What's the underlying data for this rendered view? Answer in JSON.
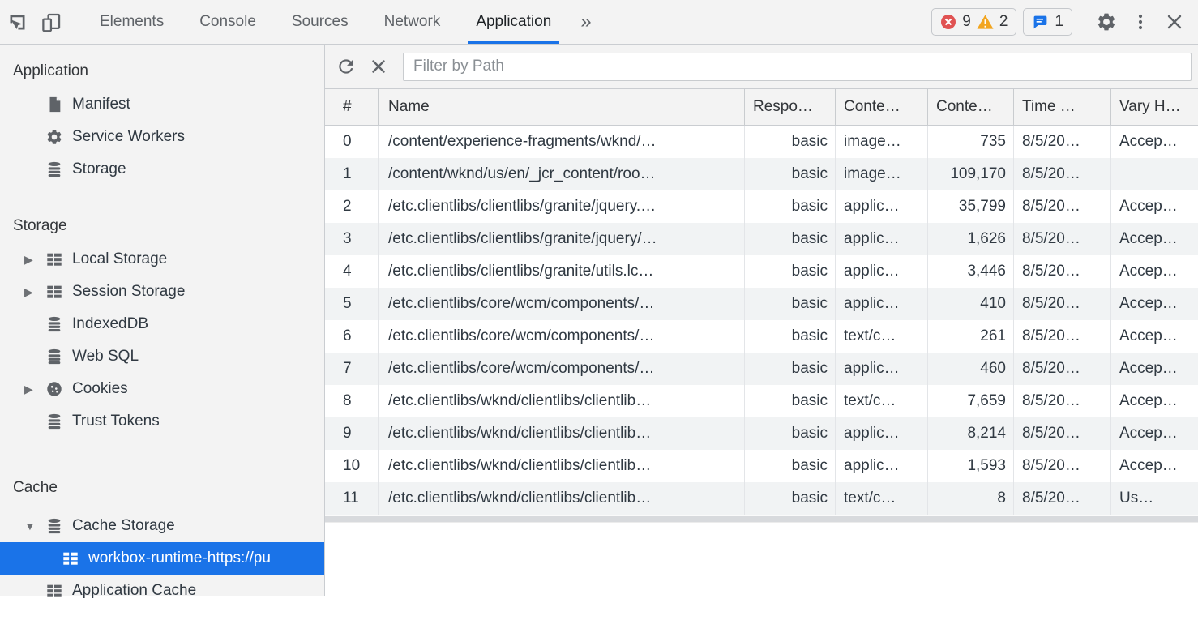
{
  "header": {
    "tabs": [
      "Elements",
      "Console",
      "Sources",
      "Network",
      "Application"
    ],
    "active_tab": "Application",
    "more_tabs_glyph": "»",
    "badges": {
      "errors": "9",
      "warnings": "2",
      "issues": "1"
    }
  },
  "sidebar": {
    "sections": [
      {
        "title": "Application",
        "items": [
          {
            "label": "Manifest"
          },
          {
            "label": "Service Workers"
          },
          {
            "label": "Storage"
          }
        ]
      },
      {
        "title": "Storage",
        "items": [
          {
            "label": "Local Storage",
            "expander": "▶"
          },
          {
            "label": "Session Storage",
            "expander": "▶"
          },
          {
            "label": "IndexedDB",
            "expander": ""
          },
          {
            "label": "Web SQL",
            "expander": ""
          },
          {
            "label": "Cookies",
            "expander": "▶"
          },
          {
            "label": "Trust Tokens",
            "expander": ""
          }
        ]
      },
      {
        "title": "Cache",
        "items": [
          {
            "label": "Cache Storage",
            "expander": "▼"
          },
          {
            "label": "workbox-runtime-https://pu",
            "expander": "",
            "selected": true
          },
          {
            "label": "Application Cache",
            "expander": ""
          }
        ]
      }
    ]
  },
  "main": {
    "filter": {
      "placeholder": "Filter by Path"
    },
    "table": {
      "columns": [
        "#",
        "Name",
        "Respo…",
        "Conte…",
        "Conte…",
        "Time …",
        "Vary H…"
      ],
      "rows": [
        {
          "num": "0",
          "name": "/content/experience-fragments/wknd/…",
          "response_type": "basic",
          "content_type": "image…",
          "content_length": "735",
          "time": "8/5/20…",
          "vary": "Accep…"
        },
        {
          "num": "1",
          "name": "/content/wknd/us/en/_jcr_content/roo…",
          "response_type": "basic",
          "content_type": "image…",
          "content_length": "109,170",
          "time": "8/5/20…",
          "vary": ""
        },
        {
          "num": "2",
          "name": "/etc.clientlibs/clientlibs/granite/jquery.…",
          "response_type": "basic",
          "content_type": "applic…",
          "content_length": "35,799",
          "time": "8/5/20…",
          "vary": "Accep…"
        },
        {
          "num": "3",
          "name": "/etc.clientlibs/clientlibs/granite/jquery/…",
          "response_type": "basic",
          "content_type": "applic…",
          "content_length": "1,626",
          "time": "8/5/20…",
          "vary": "Accep…"
        },
        {
          "num": "4",
          "name": "/etc.clientlibs/clientlibs/granite/utils.lc…",
          "response_type": "basic",
          "content_type": "applic…",
          "content_length": "3,446",
          "time": "8/5/20…",
          "vary": "Accep…"
        },
        {
          "num": "5",
          "name": "/etc.clientlibs/core/wcm/components/…",
          "response_type": "basic",
          "content_type": "applic…",
          "content_length": "410",
          "time": "8/5/20…",
          "vary": "Accep…"
        },
        {
          "num": "6",
          "name": "/etc.clientlibs/core/wcm/components/…",
          "response_type": "basic",
          "content_type": "text/c…",
          "content_length": "261",
          "time": "8/5/20…",
          "vary": "Accep…"
        },
        {
          "num": "7",
          "name": "/etc.clientlibs/core/wcm/components/…",
          "response_type": "basic",
          "content_type": "applic…",
          "content_length": "460",
          "time": "8/5/20…",
          "vary": "Accep…"
        },
        {
          "num": "8",
          "name": "/etc.clientlibs/wknd/clientlibs/clientlib…",
          "response_type": "basic",
          "content_type": "text/c…",
          "content_length": "7,659",
          "time": "8/5/20…",
          "vary": "Accep…"
        },
        {
          "num": "9",
          "name": "/etc.clientlibs/wknd/clientlibs/clientlib…",
          "response_type": "basic",
          "content_type": "applic…",
          "content_length": "8,214",
          "time": "8/5/20…",
          "vary": "Accep…"
        },
        {
          "num": "10",
          "name": "/etc.clientlibs/wknd/clientlibs/clientlib…",
          "response_type": "basic",
          "content_type": "applic…",
          "content_length": "1,593",
          "time": "8/5/20…",
          "vary": "Accep…"
        },
        {
          "num": "11",
          "name": "/etc.clientlibs/wknd/clientlibs/clientlib…",
          "response_type": "basic",
          "content_type": "text/c…",
          "content_length": "8",
          "time": "8/5/20…",
          "vary": "Us…"
        }
      ]
    }
  },
  "colors": {
    "accent_blue": "#1a73e8",
    "error_red": "#e05252",
    "warning_amber": "#f2a51f",
    "toolbar_bg": "#f3f3f3",
    "row_alt_bg": "#f1f3f4"
  }
}
